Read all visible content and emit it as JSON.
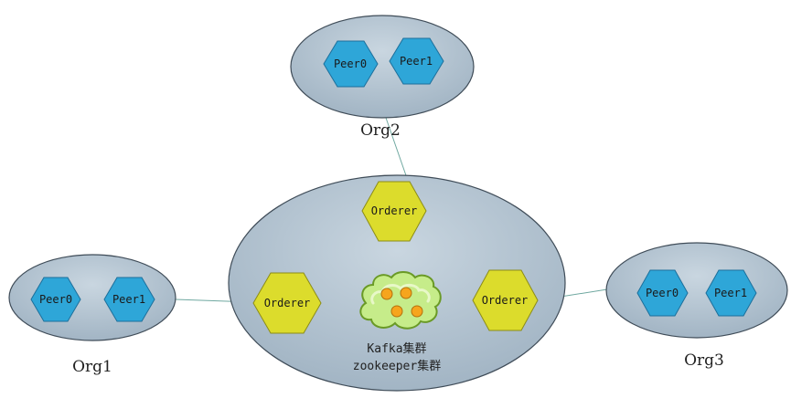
{
  "colors": {
    "org_fill": "#aebfcd",
    "org_stroke": "#3f4c58",
    "peer_fill": "#2ea6d8",
    "peer_stroke": "#1c6f9b",
    "orderer_fill": "#dcdc2c",
    "orderer_stroke": "#8c8c16",
    "cloud_fill": "#c6ec8a",
    "cloud_stroke": "#6a9a26",
    "broker_fill": "#f6a51d",
    "link": "#6fa8a0"
  },
  "orgs": {
    "org1": {
      "label": "Org1",
      "peers": [
        "Peer0",
        "Peer1"
      ]
    },
    "org2": {
      "label": "Org2",
      "peers": [
        "Peer0",
        "Peer1"
      ]
    },
    "org3": {
      "label": "Org3",
      "peers": [
        "Peer0",
        "Peer1"
      ]
    }
  },
  "orderers": [
    "Orderer",
    "Orderer",
    "Orderer"
  ],
  "cluster": {
    "kafka_label": "Kafka集群",
    "zookeeper_label": "zookeeper集群"
  }
}
